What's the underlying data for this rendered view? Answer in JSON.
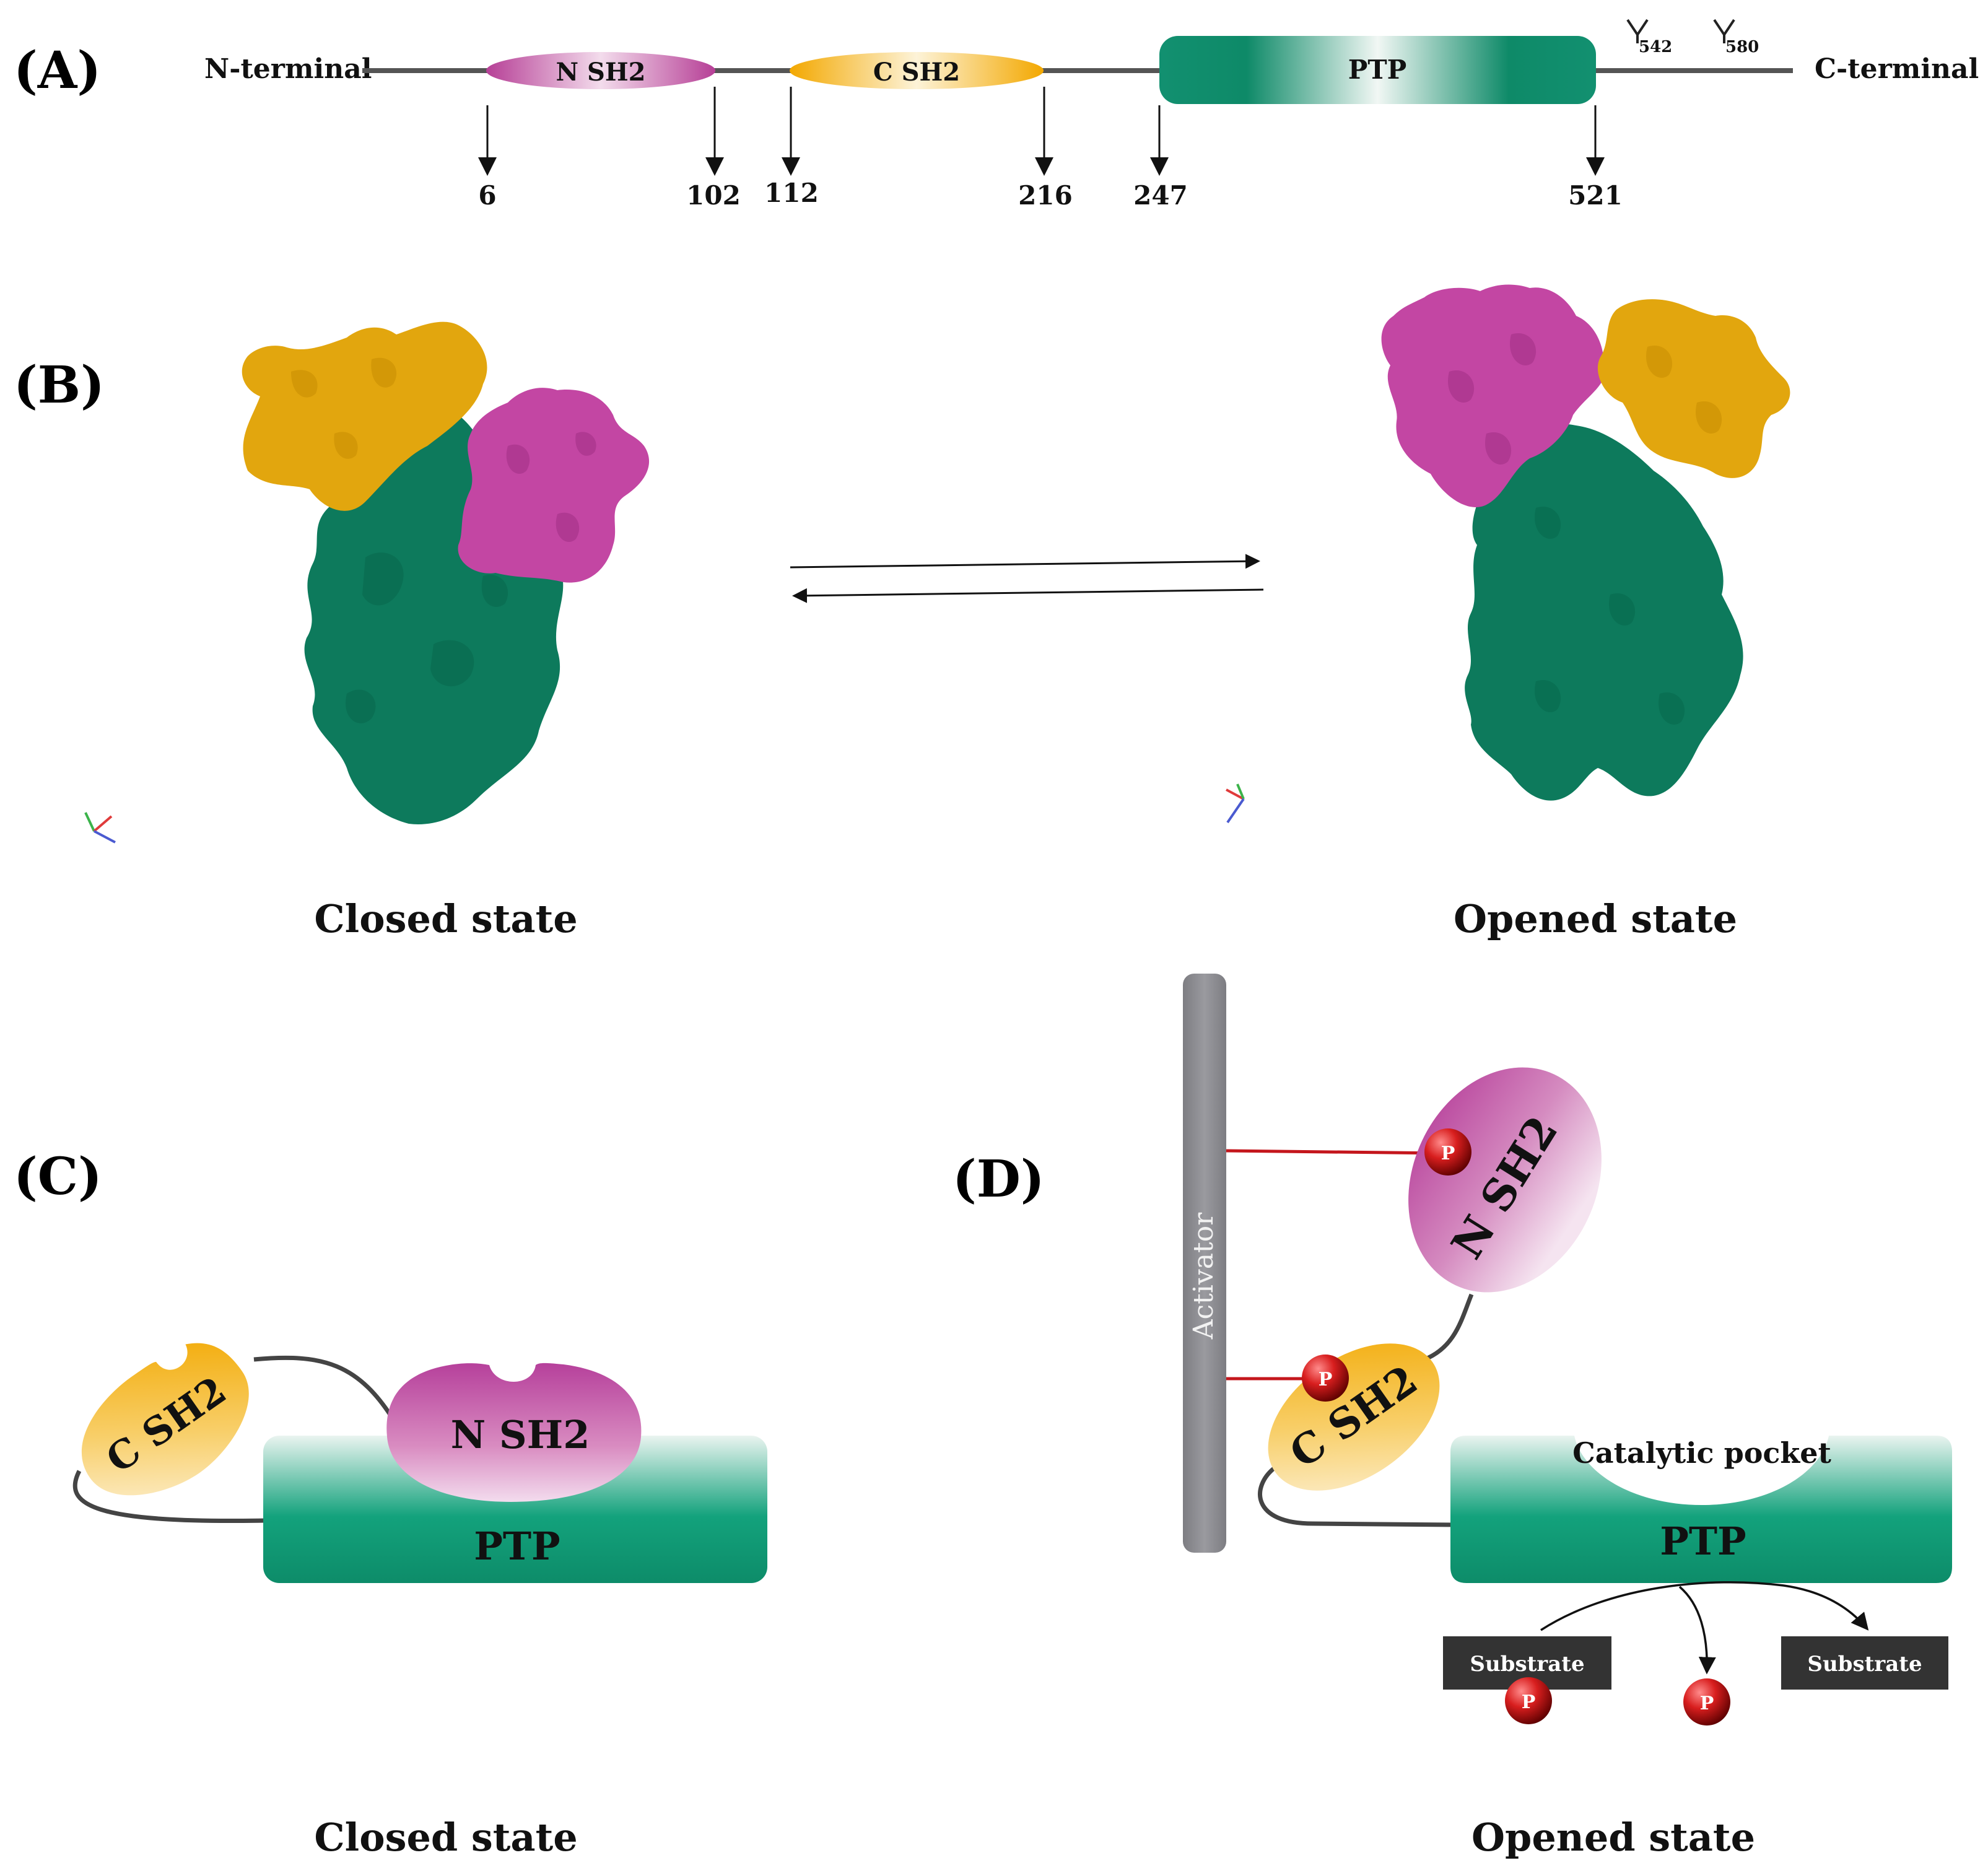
{
  "panels": {
    "a": "(A)",
    "b": "(B)",
    "c": "(C)",
    "d": "(D)"
  },
  "domain_map": {
    "n_terminal": "N-terminal",
    "c_terminal": "C-terminal",
    "domains": [
      {
        "name": "N SH2",
        "start": "6",
        "end": "102",
        "color": "#c0479e"
      },
      {
        "name": "C SH2",
        "start": "112",
        "end": "216",
        "color": "#f6b51a"
      },
      {
        "name": "PTP",
        "start": "247",
        "end": "521",
        "color": "#1a8f6f"
      }
    ],
    "tyrosines": [
      {
        "symbol": "Y",
        "sub": "542"
      },
      {
        "symbol": "Y",
        "sub": "580"
      }
    ]
  },
  "structures": {
    "closed_label": "Closed state",
    "opened_label": "Opened state"
  },
  "schematic_closed": {
    "c_sh2": "C SH2",
    "n_sh2": "N SH2",
    "ptp": "PTP",
    "caption": "Closed state"
  },
  "schematic_open": {
    "activator": "Activator",
    "n_sh2": "N SH2",
    "c_sh2": "C SH2",
    "ptp": "PTP",
    "catalytic_pocket": "Catalytic pocket",
    "substrate_left": "Substrate",
    "substrate_right": "Substrate",
    "phospho": "P",
    "caption": "Opened state"
  },
  "colors": {
    "magenta": "#c0479e",
    "orange": "#f2a900",
    "green": "#0f7d5f",
    "grey": "#8e8e93",
    "red": "#cc1b1b",
    "substrate": "#333333"
  }
}
